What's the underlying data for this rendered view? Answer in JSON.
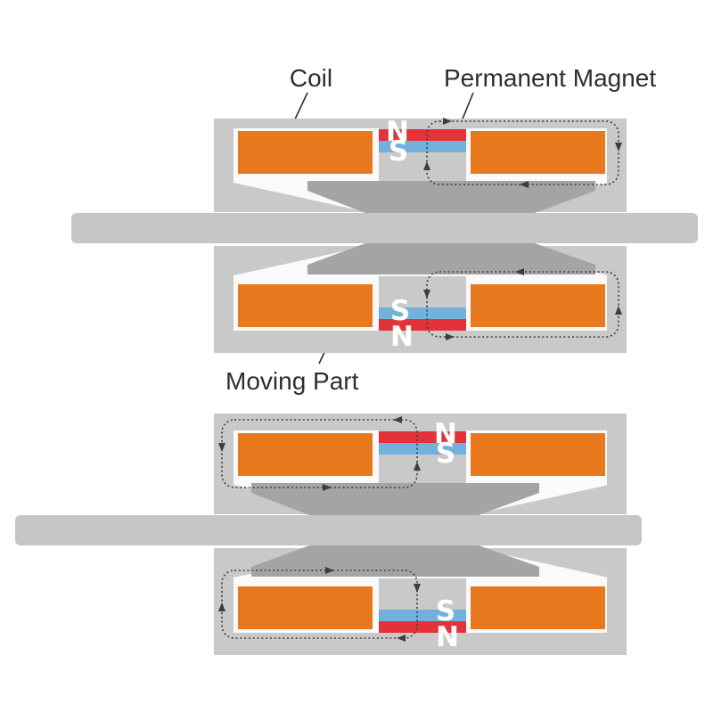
{
  "labels": {
    "coil": "Coil",
    "permanent_magnet": "Permanent Magnet",
    "moving_part": "Moving Part"
  },
  "colors": {
    "background": "#FFFFFF",
    "coil_orange": "#E8791E",
    "north_red": "#E4323A",
    "south_blue": "#72B1DC",
    "stator_gray": "#C9C9C9",
    "shaft_gray": "#C6C6C6",
    "mover_gray": "#A4A4A4",
    "cavity_white": "#FAFAFA",
    "flux_line": "#3D3D3D",
    "label_text": "#2E2E2E",
    "pole_letter": "#FFFFFF"
  },
  "diagram1": {
    "description": "actuator cross-section, mover shifted right, flux loops on right side",
    "flux_loop_side": "right",
    "top_magnet": {
      "outer_pole": "N",
      "inner_pole": "S"
    },
    "bottom_magnet": {
      "inner_pole": "S",
      "outer_pole": "N"
    }
  },
  "diagram2": {
    "description": "actuator cross-section, mover shifted left, flux loops on left side",
    "flux_loop_side": "left",
    "top_magnet": {
      "outer_pole": "N",
      "inner_pole": "S"
    },
    "bottom_magnet": {
      "inner_pole": "S",
      "outer_pole": "N"
    }
  }
}
